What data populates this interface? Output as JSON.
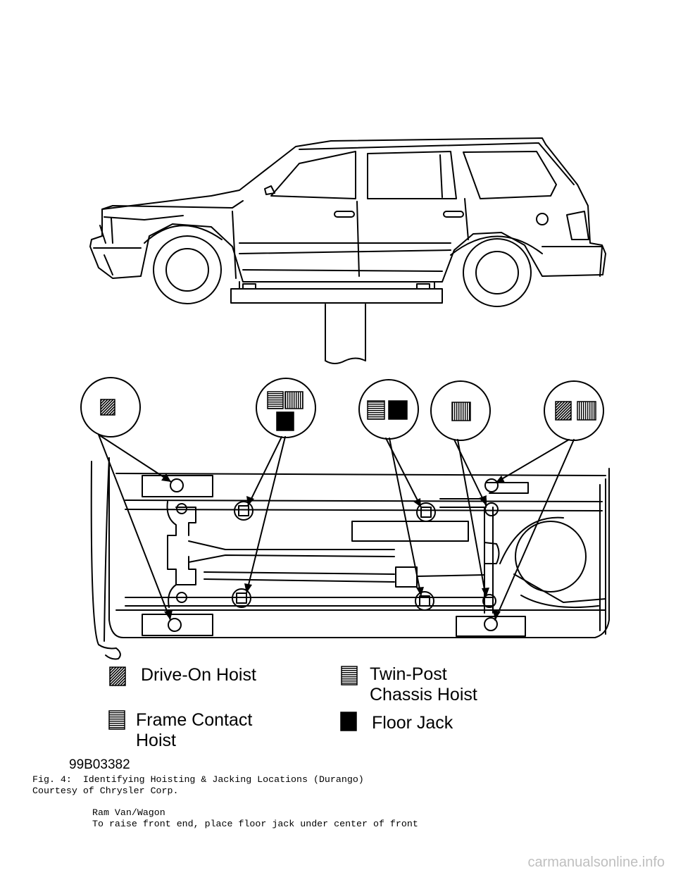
{
  "legend": {
    "drive_on": "Drive-On Hoist",
    "twin_post_1": "Twin-Post",
    "twin_post_2": "Chassis Hoist",
    "frame_contact_1": "Frame Contact",
    "frame_contact_2": "Hoist",
    "floor_jack": "Floor Jack"
  },
  "figure_code": "99B03382",
  "caption": {
    "line1": "Fig. 4:  Identifying Hoisting & Jacking Locations (Durango)",
    "line2": "Courtesy of Chrysler Corp.",
    "line3": "Ram Van/Wagon",
    "line4": "To raise front end, place floor jack under center of front"
  },
  "watermark": "carmanualsonline.info",
  "colors": {
    "ink": "#000000",
    "watermark": "#bfbfbf"
  }
}
